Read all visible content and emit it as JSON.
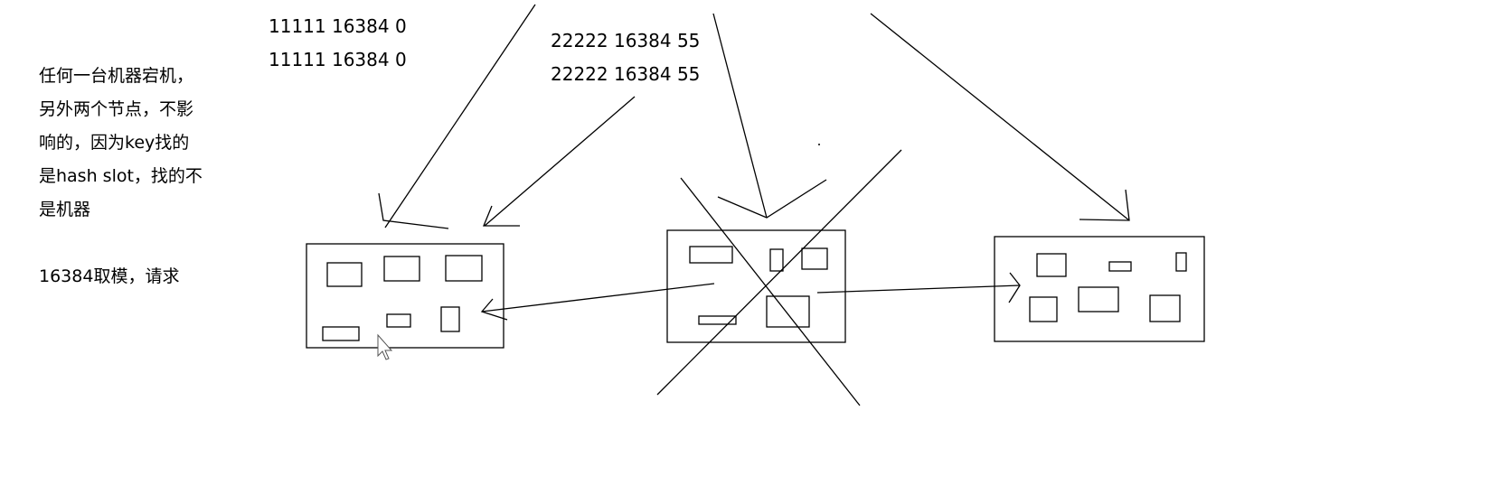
{
  "note": {
    "lines": [
      "任何一台机器宕机，",
      "另外两个节点，不影",
      "响的，因为key找的",
      "是hash slot，找的不",
      "是机器"
    ],
    "extra": "16384取模，请求"
  },
  "labels": {
    "node1_a": "11111 16384 0",
    "node1_b": "11111 16384 0",
    "node2_a": "22222 16384 55",
    "node2_b": "22222 16384 55"
  },
  "icons": {
    "cursor": "mouse-pointer-icon"
  }
}
